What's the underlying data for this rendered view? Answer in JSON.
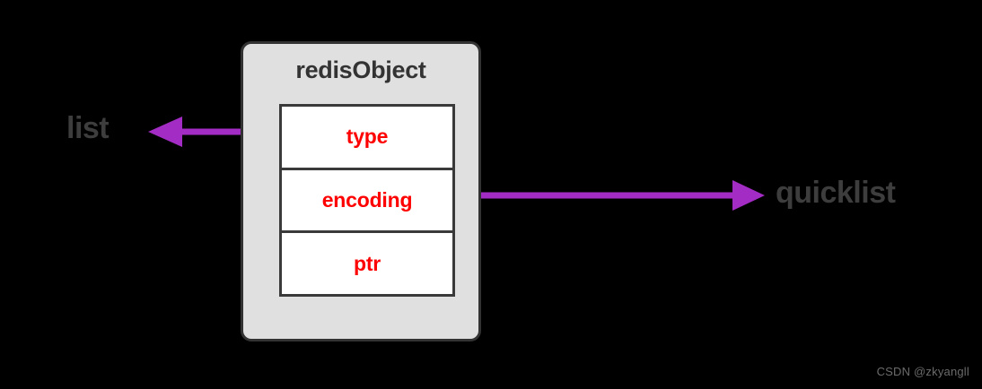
{
  "diagram": {
    "title": "redisObject",
    "background_color": "#000000",
    "box": {
      "fill_color": "#e0e0e0",
      "border_color": "#333333",
      "title": "redisObject",
      "title_color": "#333333"
    },
    "fields": [
      {
        "label": "type",
        "color": "#ff0000"
      },
      {
        "label": "encoding",
        "color": "#ff0000"
      },
      {
        "label": "ptr",
        "color": "#ff0000"
      }
    ],
    "arrows": [
      {
        "name": "type-to-list",
        "from_field": "type",
        "to_label": "list",
        "direction": "left",
        "color": "#a32cc4"
      },
      {
        "name": "encoding-to-quicklist",
        "from_field": "encoding",
        "to_label": "quicklist",
        "direction": "right",
        "color": "#a32cc4"
      }
    ],
    "external_labels": [
      {
        "name": "list",
        "text": "list",
        "color": "#3d3d3d"
      },
      {
        "name": "quicklist",
        "text": "quicklist",
        "color": "#3d3d3d"
      }
    ],
    "watermark": "CSDN @zkyangll"
  }
}
